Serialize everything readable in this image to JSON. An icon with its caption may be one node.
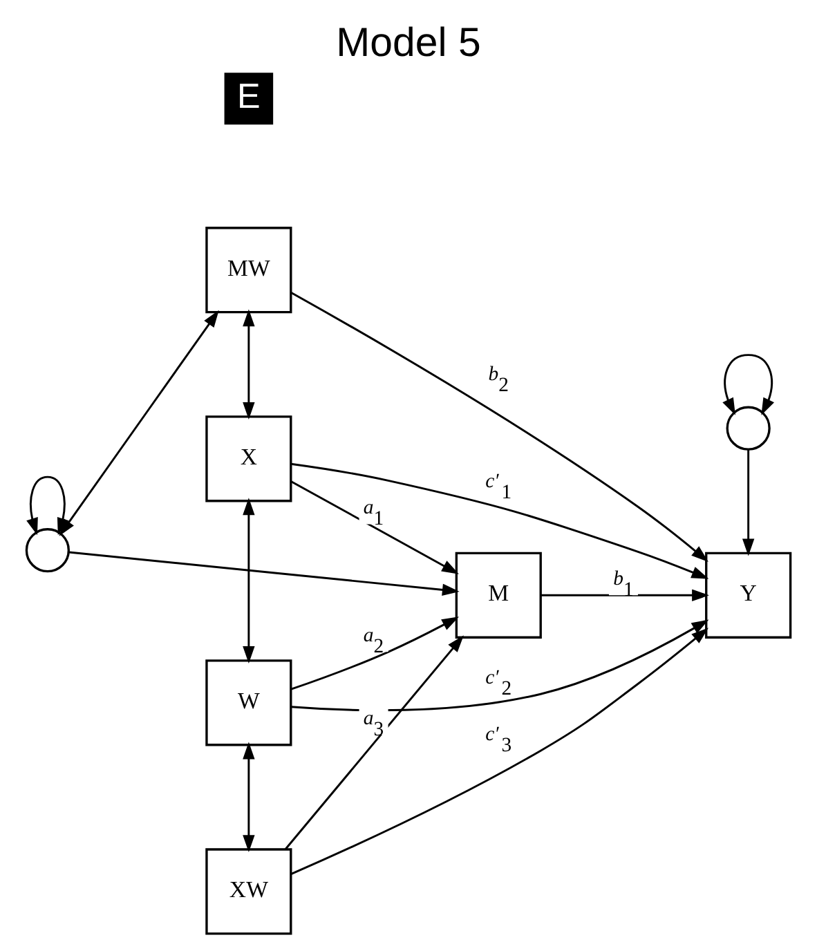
{
  "diagram": {
    "title": "Model 5",
    "nodes": [
      {
        "text": [],
        "shape": "circle"
      },
      {
        "text": [
          "M"
        ]
      },
      {
        "text": [
          "MW"
        ]
      },
      {
        "text": [
          "X"
        ]
      },
      {
        "text": [
          "W"
        ]
      },
      {
        "text": [
          "XW"
        ]
      },
      {
        "text": [],
        "shape": "circle"
      },
      {
        "text": [
          "Y"
        ]
      }
    ],
    "edges": [
      {
        "from": 0,
        "to": 0,
        "arrow": "both"
      },
      {
        "from": 0,
        "to": 1,
        "arrow": "to"
      },
      {
        "from": 0,
        "to": 2,
        "arrow": "both"
      },
      {
        "from": 2,
        "to": 3,
        "arrow": "both"
      },
      {
        "from": 3,
        "to": 4,
        "arrow": "both"
      },
      {
        "from": 4,
        "to": 5,
        "arrow": "both"
      },
      {
        "from": 3,
        "to": 1,
        "arrow": "to",
        "label": "*a*$_{1}$"
      },
      {
        "from": 4,
        "to": 1,
        "arrow": "to",
        "label": "*a*$_{2}$"
      },
      {
        "from": 5,
        "to": 1,
        "arrow": "to",
        "label": "*a*$_{3}$"
      },
      {
        "from": 1,
        "to": 7,
        "arrow": "to",
        "label": "*b*$_{1}$"
      },
      {
        "from": 2,
        "to": 7,
        "arrow": "to",
        "label": "*b*$_{2}$"
      },
      {
        "from": 3,
        "to": 7,
        "arrow": "to",
        "label": "*c*′$_{1}$"
      },
      {
        "from": 4,
        "to": 7,
        "arrow": "to",
        "label": "*c*′$_{2}$"
      },
      {
        "from": 5,
        "to": 7,
        "arrow": "to",
        "label": "*c*′$_{3}$"
      },
      {
        "from": 6,
        "to": 6,
        "arrow": "both"
      },
      {
        "from": 6,
        "to": 7,
        "arrow": "to"
      }
    ],
    "labels": [
      "E"
    ]
  }
}
